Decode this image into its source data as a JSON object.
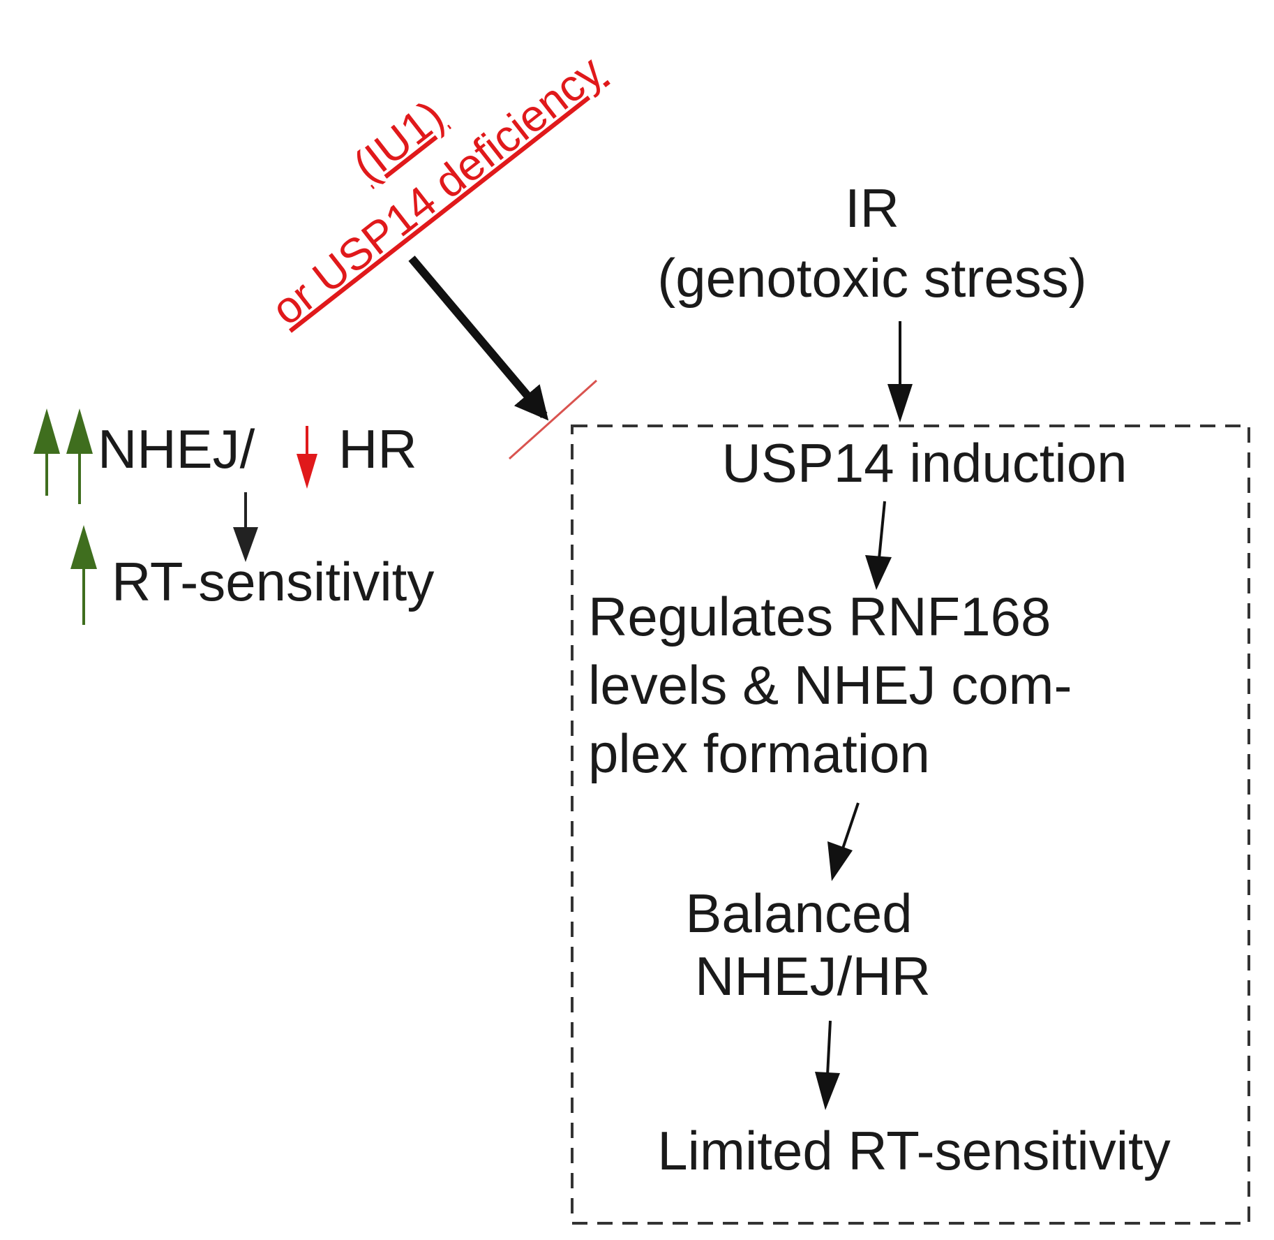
{
  "colors": {
    "text": "#1a1a1a",
    "inhibitor": "#e0191b",
    "up_arrow": "#3f6e1e",
    "down_arrow": "#e0191b",
    "box_border": "#333333",
    "arrow": "#111111"
  },
  "inhibitor": {
    "line1": "(IU1)",
    "line2": "or USP14 deficiency"
  },
  "left_outcome": {
    "repair_prefix": "NHEJ/",
    "repair_suffix": "HR",
    "sensitivity": "RT-sensitivity",
    "icons": [
      "arrow-up-icon",
      "arrow-down-icon"
    ]
  },
  "stimulus": {
    "line1": "IR",
    "line2": "(genotoxic stress)"
  },
  "pathway": {
    "step1": "USP14 induction",
    "step2_lines": [
      "Regulates RNF168",
      "levels & NHEJ com-",
      "plex formation"
    ],
    "step3_lines": [
      "Balanced",
      "NHEJ/HR"
    ],
    "step4": "Limited RT-sensitivity"
  }
}
